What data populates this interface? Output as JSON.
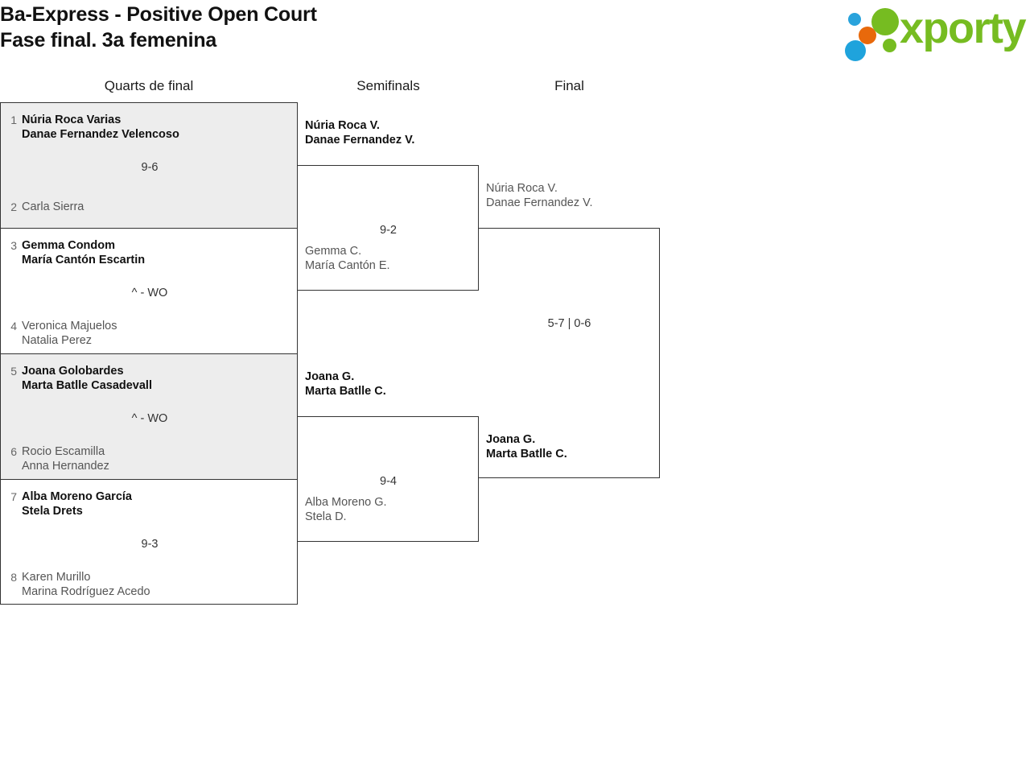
{
  "header": {
    "title_line1": "Ba-Express - Positive Open Court",
    "title_line2": "Fase final. 3a femenina"
  },
  "brand": {
    "name": "xporty",
    "colors": {
      "green": "#76bc21",
      "blue": "#1fa3dc",
      "orange": "#e8690b"
    }
  },
  "rounds": [
    {
      "label": "Quarts de final"
    },
    {
      "label": "Semifinals"
    },
    {
      "label": "Final"
    }
  ],
  "quarterfinals": [
    {
      "top": {
        "seed": "1",
        "line1": "Núria Roca Varias",
        "line2": "Danae Fernandez Velencoso",
        "result": "winner"
      },
      "bottom": {
        "seed": "2",
        "line1": "Carla Sierra",
        "line2": "",
        "result": "loser"
      },
      "score": "9-6",
      "shaded": true
    },
    {
      "top": {
        "seed": "3",
        "line1": "Gemma Condom",
        "line2": "María Cantón Escartin",
        "result": "winner"
      },
      "bottom": {
        "seed": "4",
        "line1": "Veronica Majuelos",
        "line2": "Natalia Perez",
        "result": "loser"
      },
      "score": "^ - WO",
      "shaded": false
    },
    {
      "top": {
        "seed": "5",
        "line1": "Joana Golobardes",
        "line2": "Marta Batlle Casadevall",
        "result": "winner"
      },
      "bottom": {
        "seed": "6",
        "line1": "Rocio Escamilla",
        "line2": "Anna Hernandez",
        "result": "loser"
      },
      "score": "^ - WO",
      "shaded": true
    },
    {
      "top": {
        "seed": "7",
        "line1": "Alba Moreno García",
        "line2": "Stela Drets",
        "result": "winner"
      },
      "bottom": {
        "seed": "8",
        "line1": "Karen Murillo",
        "line2": "Marina Rodríguez Acedo",
        "result": "loser"
      },
      "score": "9-3",
      "shaded": false
    }
  ],
  "semifinals": [
    {
      "top": {
        "line1": "Núria Roca V.",
        "line2": "Danae Fernandez V.",
        "result": "winner"
      },
      "bottom": {
        "line1": "Gemma C.",
        "line2": "María Cantón E.",
        "result": "loser"
      },
      "score": "9-2"
    },
    {
      "top": {
        "line1": "Joana G.",
        "line2": "Marta Batlle C.",
        "result": "winner"
      },
      "bottom": {
        "line1": "Alba Moreno G.",
        "line2": "Stela D.",
        "result": "loser"
      },
      "score": "9-4"
    }
  ],
  "final": {
    "top": {
      "line1": "Núria Roca V.",
      "line2": "Danae Fernandez V.",
      "result": "loser"
    },
    "bottom": {
      "line1": "Joana G.",
      "line2": "Marta Batlle C.",
      "result": "winner"
    },
    "score": "5-7 | 0-6"
  }
}
